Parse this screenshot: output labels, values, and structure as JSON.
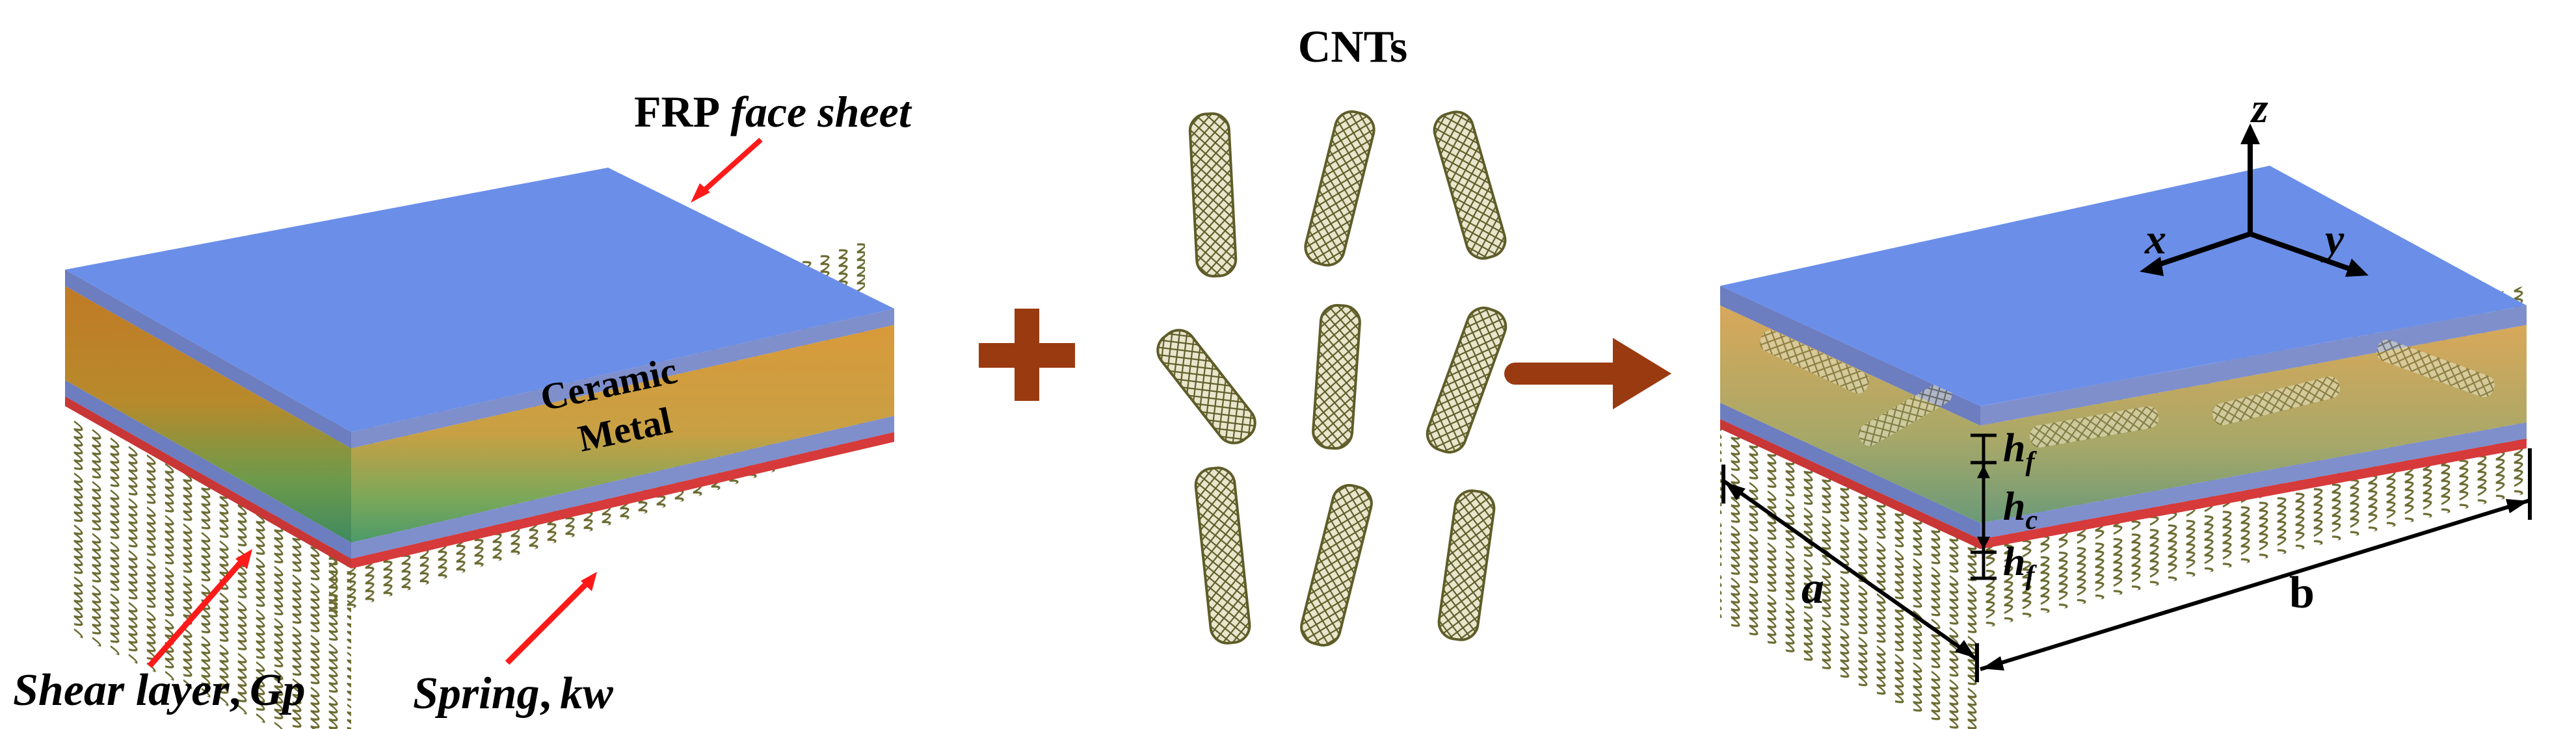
{
  "labels": {
    "frp": "FRP",
    "face_sheet": "face sheet",
    "cnts": "CNTs",
    "ceramic": "Ceramic",
    "metal": "Metal",
    "shear": "Shear layer",
    "gp": "Gp",
    "spring": "Spring",
    "kw": "kw",
    "comma": ",",
    "h": "h",
    "f": "f",
    "c": "c",
    "a": "a",
    "b": "b",
    "x": "x",
    "y": "y",
    "z": "z"
  },
  "colors": {
    "face_blue": "#6b8fe8",
    "side_blue": "#7a8fc8",
    "ceramic_orange": "#d08a2a",
    "metal_green": "#4f9a5c",
    "shear_red": "#d63a3a",
    "spring_olive": "#6b6a30",
    "cnt_olive": "#7a7a3a",
    "plus_brown": "#9a3a10",
    "arrow_red": "#ff1a1a"
  }
}
